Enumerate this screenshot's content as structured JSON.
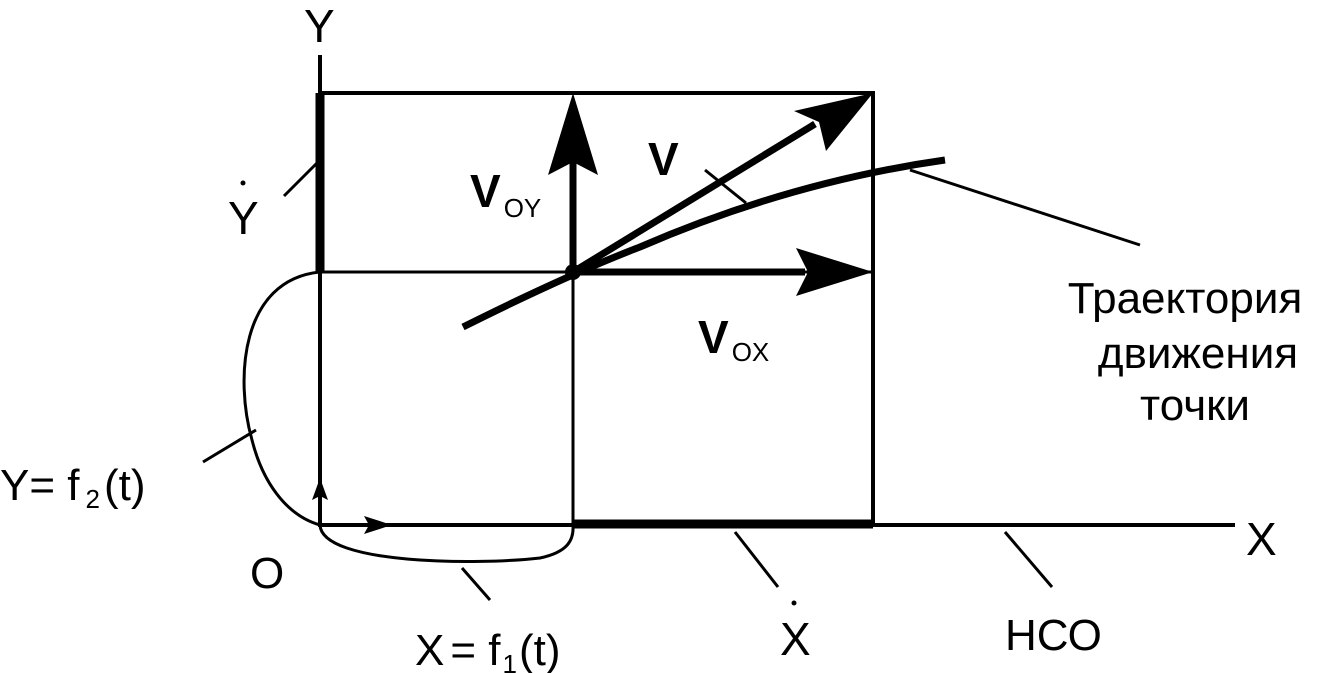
{
  "axes": {
    "y_label": "Y",
    "x_label": "X",
    "origin_label": "O"
  },
  "vectors": {
    "v_label": "V",
    "voy_main": "V",
    "voy_sub": "OY",
    "vox_main": "V",
    "vox_sub": "OX"
  },
  "components": {
    "y_dot_label": "Y",
    "x_dot_label": "X"
  },
  "equations": {
    "y_lhs": "Y",
    "y_eq": "= f",
    "y_sub": "2",
    "y_arg": "(t)",
    "x_lhs": "X",
    "x_eq": "= f",
    "x_sub": "1",
    "x_arg": "(t)"
  },
  "trajectory_caption": [
    "Траектория",
    "движения",
    "точки"
  ],
  "frame_label": "НСО",
  "colors": {
    "ink": "#000000",
    "background": "#ffffff"
  }
}
